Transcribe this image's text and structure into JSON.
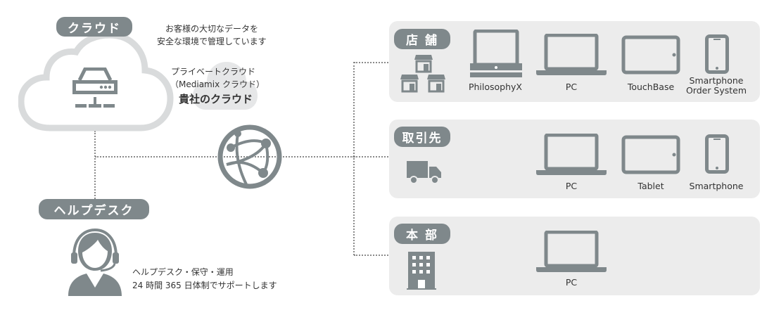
{
  "cloud": {
    "label": "クラウド",
    "desc_line1": "お客様の大切なデータを",
    "desc_line2": "安全な環境で管理しています",
    "private_line1": "プライベートクラウド",
    "private_line2": "（Mediamix クラウド）",
    "private_line3": "貴社のクラウド"
  },
  "helpdesk": {
    "label": "ヘルプデスク",
    "desc_line1": "ヘルプデスク・保守・運用",
    "desc_line2": "24 時間 365 日体制でサポートします"
  },
  "panels": [
    {
      "label": "店 舗",
      "devices": [
        "PhilosophyX",
        "PC",
        "TouchBase",
        "Smartphone\nOrder System"
      ]
    },
    {
      "label": "取引先",
      "devices": [
        "PC",
        "Tablet",
        "Smartphone"
      ]
    },
    {
      "label": "本 部",
      "devices": [
        "PC"
      ]
    }
  ],
  "colors": {
    "icon": "#7f888b",
    "panel": "#ececec",
    "cloud_outline": "#d9dbdc"
  }
}
